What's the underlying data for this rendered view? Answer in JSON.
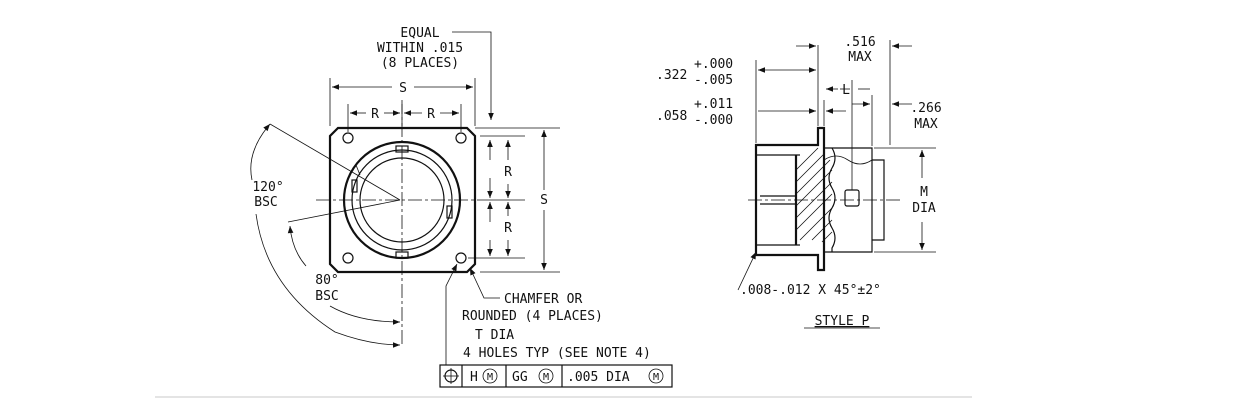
{
  "front_view": {
    "equal_note": [
      "EQUAL",
      "WITHIN .015",
      "(8 PLACES)"
    ],
    "dim_s_top": "S",
    "dim_r_left": "R",
    "dim_r_right": "R",
    "dim_r_upper": "R",
    "dim_r_lower": "R",
    "dim_s_side": "S",
    "angle_120": [
      "120°",
      "BSC"
    ],
    "angle_80": [
      "80°",
      "BSC"
    ],
    "chamfer_note": [
      "CHAMFER OR",
      "ROUNDED (4 PLACES)"
    ],
    "hole_note": [
      "T DIA",
      "4 HOLES TYP (SEE NOTE 4)"
    ],
    "fcf": {
      "symbol": "⌖",
      "cell1": "H",
      "cell2": "GG",
      "cell3": ".005 DIA",
      "modifier": "M"
    }
  },
  "side_view": {
    "dim_322_base": ".322",
    "dim_322_plus": "+.000",
    "dim_322_minus": "-.005",
    "dim_058_base": ".058",
    "dim_058_plus": "+.011",
    "dim_058_minus": "-.000",
    "dim_516": [
      ".516",
      "MAX"
    ],
    "dim_l": "L",
    "dim_266": [
      ".266",
      "MAX"
    ],
    "dim_m": [
      "M",
      "DIA"
    ],
    "chamfer_spec": ".008-.012 X 45°±2°",
    "style_label": "STYLE P"
  }
}
